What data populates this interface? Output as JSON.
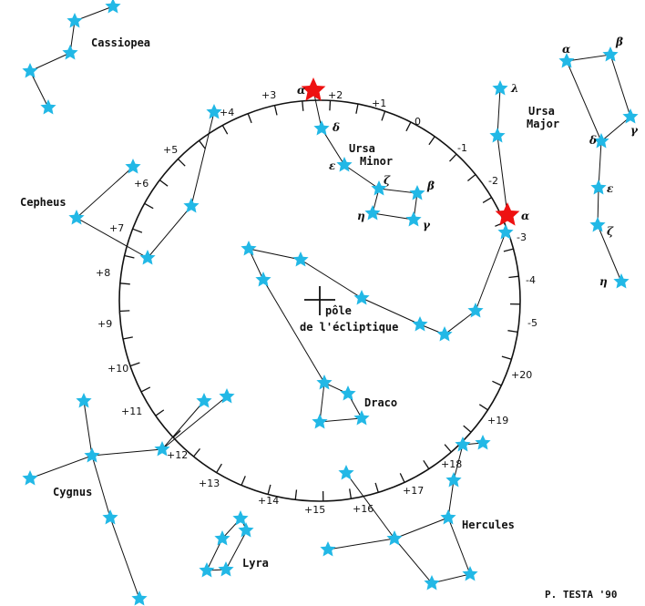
{
  "title": "",
  "center_label": {
    "line1": "pôle",
    "line2": "de l'écliptique"
  },
  "credit": "P. TESTA '90",
  "colors": {
    "star": "#22b8e6",
    "polaris": "#ee1111",
    "line": "#111111"
  },
  "circle_labels": [
    "+3",
    "+2",
    "+1",
    "0",
    "-1",
    "-2",
    "-3",
    "-4",
    "-5",
    "+20",
    "+19",
    "+18",
    "+17",
    "+16",
    "+15",
    "+14",
    "+13",
    "+12",
    "+11",
    "+10",
    "+9",
    "+8",
    "+7",
    "+6",
    "+5",
    "+4"
  ],
  "constellations": [
    {
      "name": "Cassiopea",
      "stars": [],
      "greek": []
    },
    {
      "name": "Cepheus",
      "stars": [],
      "greek": []
    },
    {
      "name": "Ursa Minor",
      "line1": "Ursa",
      "line2": "Minor",
      "greek": [
        "α",
        "δ",
        "ε",
        "ζ",
        "β",
        "η",
        "γ"
      ]
    },
    {
      "name": "Ursa Major",
      "line1": "Ursa",
      "line2": "Major",
      "greek": [
        "λ",
        "α",
        "α",
        "β",
        "γ",
        "δ",
        "ε",
        "ζ",
        "η"
      ]
    },
    {
      "name": "Draco"
    },
    {
      "name": "Cygnus"
    },
    {
      "name": "Lyra"
    },
    {
      "name": "Hercules"
    }
  ]
}
